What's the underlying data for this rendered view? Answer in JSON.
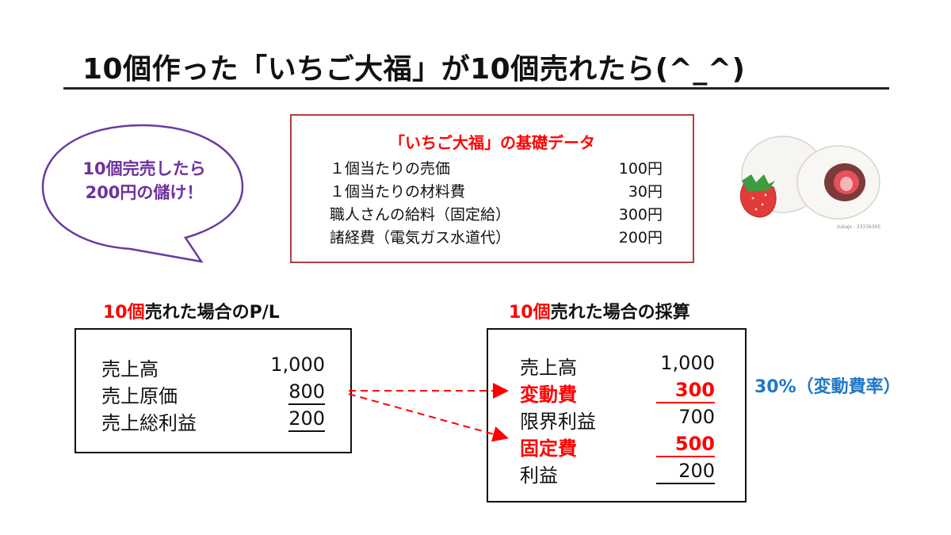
{
  "title": "10個作った「いちご大福」が10個売れたら(^_^)",
  "bubble": {
    "line1": "10個完売したら",
    "line2": "200円の儲け！"
  },
  "basics": {
    "title": "「いちご大福」の基礎データ",
    "rows": [
      {
        "label": "１個当たりの売価",
        "value": "100円"
      },
      {
        "label": "１個当たりの材料費",
        "value": "30円"
      },
      {
        "label": "職人さんの給料（固定給）",
        "value": "300円"
      },
      {
        "label": "諸経費（電気ガス水道代）",
        "value": "200円"
      }
    ]
  },
  "illustration": {
    "caption": "zukajs - 33336305"
  },
  "pl": {
    "title_highlight": "10個",
    "title_rest": "売れた場合のP/L",
    "rows": [
      {
        "label": "売上高",
        "value": "1,000"
      },
      {
        "label": "売上原価",
        "value": "800"
      },
      {
        "label": "売上総利益",
        "value": "200"
      }
    ]
  },
  "calc": {
    "title_highlight": "10個",
    "title_rest": "売れた場合の採算",
    "rows": [
      {
        "label": "売上高",
        "value": "1,000"
      },
      {
        "label": "変動費",
        "value": "300"
      },
      {
        "label": "限界利益",
        "value": "700"
      },
      {
        "label": "固定費",
        "value": "500"
      },
      {
        "label": "利益",
        "value": "200"
      }
    ]
  },
  "rate_note": "30%（変動費率）",
  "colors": {
    "red": "#ff0000",
    "purple": "#7030a0",
    "blue": "#1f78c8",
    "box_border": "#b04040"
  }
}
